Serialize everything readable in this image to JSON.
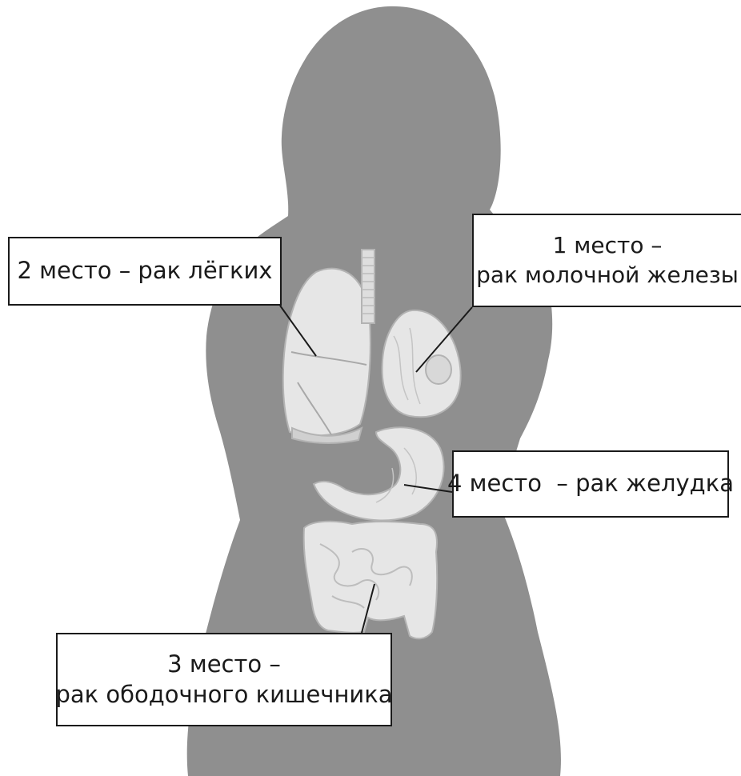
{
  "labels": {
    "lungs": {
      "line1": "2 место – рак лёгких"
    },
    "breast": {
      "line1": "1 место –",
      "line2": "рак молочной железы"
    },
    "stomach": {
      "line1": "4 место  – рак желудка"
    },
    "colon": {
      "line1": "3 место –",
      "line2": "рак ободочного кишечника"
    }
  },
  "colors": {
    "silhouette": "#8f8f8f",
    "organ_fill": "#e6e6e6",
    "organ_stroke": "#b3b3b3",
    "leader_line": "#1a1a1a"
  }
}
